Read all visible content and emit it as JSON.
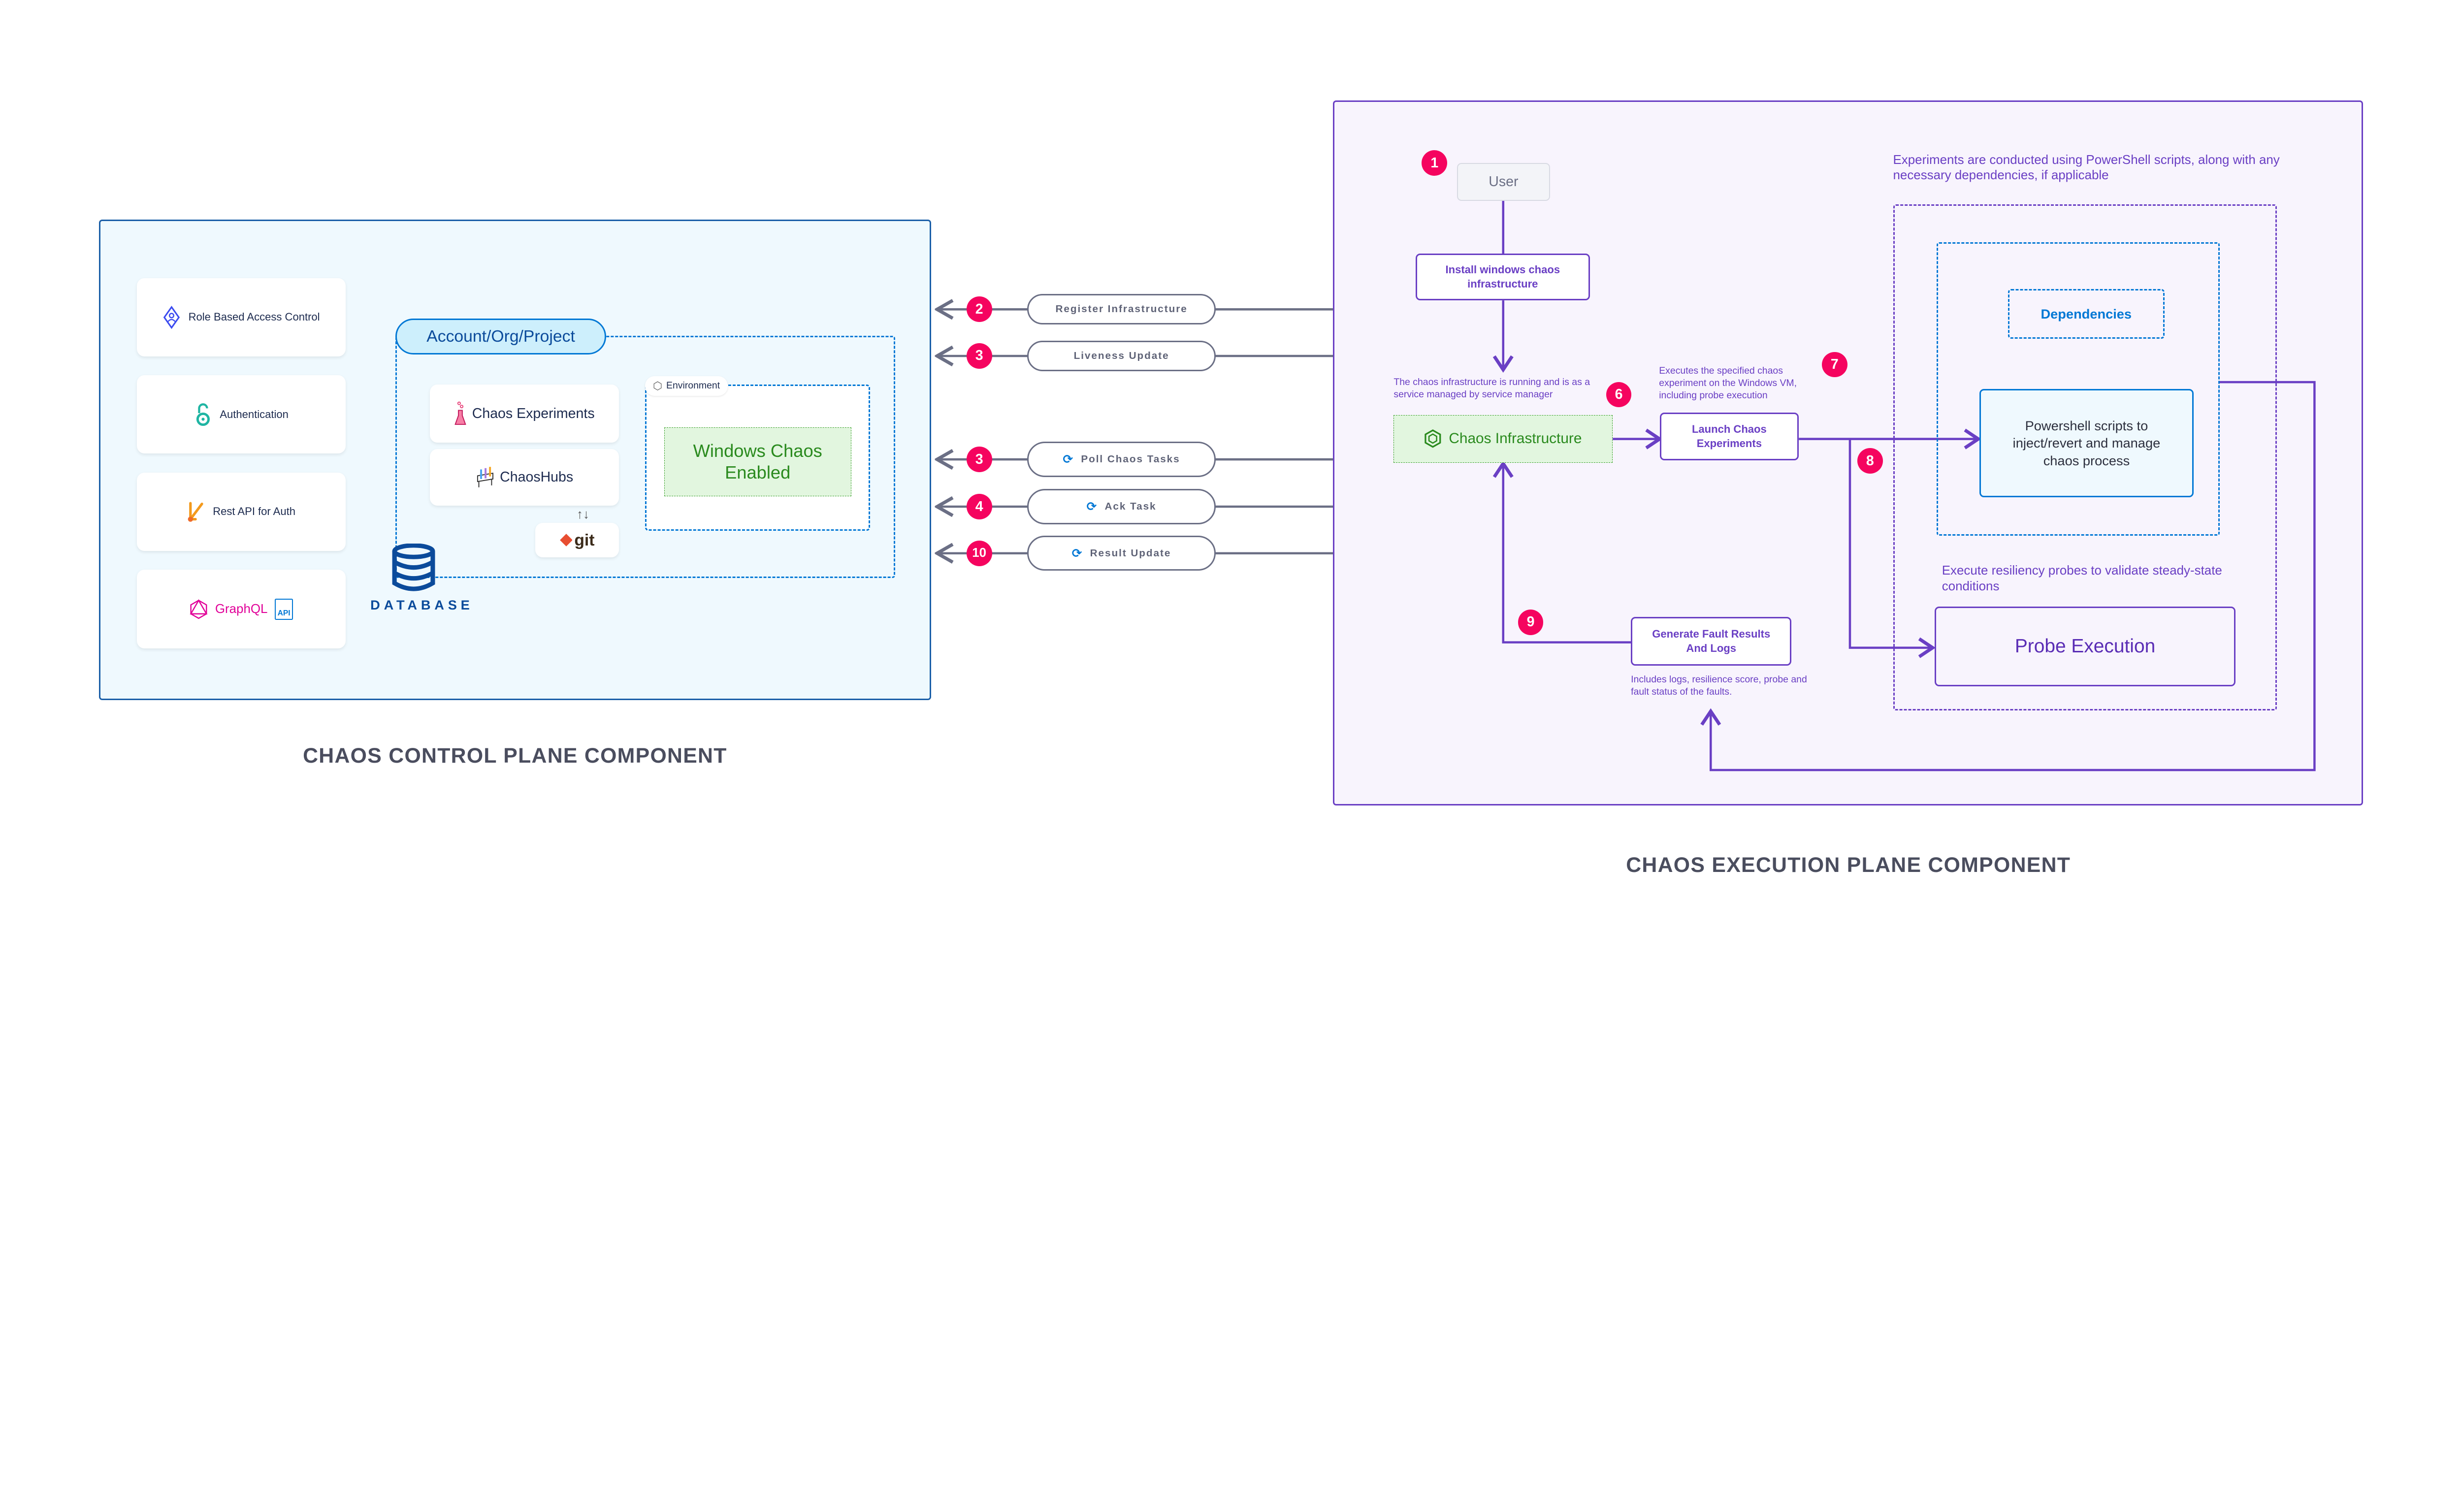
{
  "control_plane": {
    "title": "CHAOS CONTROL PLANE COMPONENT",
    "cards": [
      {
        "label": "Role Based Access Control",
        "icon": "rbac-icon"
      },
      {
        "label": "Authentication",
        "icon": "open-lock-icon"
      },
      {
        "label": "Rest API for Auth",
        "icon": "rest-api-icon"
      },
      {
        "label": "GraphQL",
        "icon": "graphql-icon",
        "extra": "API"
      }
    ],
    "account": "Account/Org/Project",
    "chaos_experiments": "Chaos Experiments",
    "chaoshubs": "ChaosHubs",
    "git": "git",
    "environment": "Environment",
    "windows_chaos": "Windows Chaos Enabled",
    "database": "DATABASE"
  },
  "messages": [
    {
      "step": "2",
      "label": "Register Infrastructure",
      "icon": null
    },
    {
      "step": "3",
      "label": "Liveness Update",
      "icon": null
    },
    {
      "step": "3",
      "label": "Poll Chaos Tasks",
      "icon": "sync-icon"
    },
    {
      "step": "4",
      "label": "Ack Task",
      "icon": "sync-icon"
    },
    {
      "step": "10",
      "label": "Result Update",
      "icon": "sync-icon"
    }
  ],
  "execution_plane": {
    "title": "CHAOS EXECUTION PLANE COMPONENT",
    "user": "User",
    "step1": "1",
    "install": "Install windows chaos infrastructure",
    "infra_note": "The chaos infrastructure is running and is as a service managed by service manager",
    "step6": "6",
    "infra": "Chaos Infrastructure",
    "launch": "Launch Chaos Experiments",
    "launch_note": "Executes the specified chaos experiment on the Windows VM, including probe execution",
    "step7": "7",
    "step8": "8",
    "ps_note": "Experiments are conducted using PowerShell scripts, along with any necessary dependencies, if applicable",
    "dependencies": "Dependencies",
    "powershell": "Powershell scripts to inject/revert and manage chaos process",
    "probe_note": "Execute resiliency probes to validate steady-state conditions",
    "probe": "Probe Execution",
    "generate": "Generate Fault Results And Logs",
    "step9": "9",
    "generate_note": "Includes logs, resilience score, probe and fault status of the faults."
  },
  "colors": {
    "control_border": "#1b5fa8",
    "execution_border": "#6a3fc4",
    "badge": "#f5045f",
    "green": "#2a8a1e",
    "blue": "#0278d5"
  }
}
